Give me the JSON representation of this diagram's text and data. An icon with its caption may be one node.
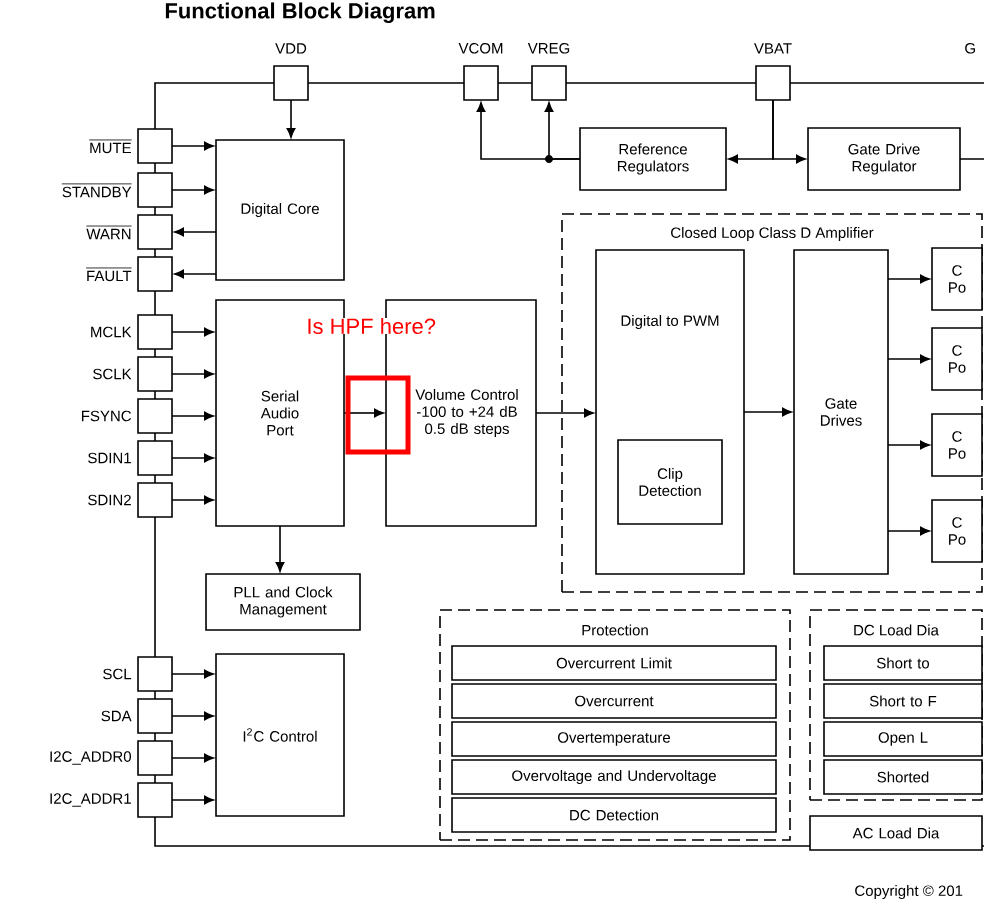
{
  "diagram": {
    "title": "Functional Block Diagram",
    "nodes": [
      {
        "text": [],
        "shape": "box",
        "beside": [
          "VDD"
        ]
      },
      {
        "text": [],
        "shape": "box",
        "beside": [
          "VCOM"
        ]
      },
      {
        "text": [],
        "shape": "box",
        "beside": [
          "VREG"
        ]
      },
      {
        "text": [],
        "shape": "box",
        "beside": [
          "VBAT"
        ]
      },
      {
        "text": [],
        "shape": "box",
        "beside": [
          "MUTE"
        ]
      },
      {
        "text": [],
        "shape": "box",
        "beside": [
          "STANDBY"
        ]
      },
      {
        "text": [],
        "shape": "box",
        "beside": [
          "WARN"
        ]
      },
      {
        "text": [],
        "shape": "box",
        "beside": [
          "FAULT"
        ]
      },
      {
        "text": [],
        "shape": "box",
        "beside": [
          "MCLK"
        ]
      },
      {
        "text": [],
        "shape": "box",
        "beside": [
          "SCLK"
        ]
      },
      {
        "text": [],
        "shape": "box",
        "beside": [
          "FSYNC"
        ]
      },
      {
        "text": [],
        "shape": "box",
        "beside": [
          "SDIN1"
        ]
      },
      {
        "text": [],
        "shape": "box",
        "beside": [
          "SDIN2"
        ]
      },
      {
        "text": [],
        "shape": "box",
        "beside": [
          "SCL"
        ]
      },
      {
        "text": [],
        "shape": "box",
        "beside": [
          "SDA"
        ]
      },
      {
        "text": [],
        "shape": "box",
        "beside": [
          "I2C_ADDR0"
        ]
      },
      {
        "text": [],
        "shape": "box",
        "beside": [
          "I2C_ADDR1"
        ]
      },
      {
        "text": [
          "Reference Regulators"
        ]
      },
      {
        "text": [
          "Gate Drive Regulator"
        ]
      },
      {
        "text": [
          "Digital Core"
        ]
      },
      {
        "text": [
          "Serial Audio Port"
        ]
      },
      {
        "text": [
          "Volume Control",
          "-100 to +24 dB 0.5 dB steps"
        ]
      },
      {
        "text": [
          "PLL and Clock Management"
        ]
      },
      {
        "text": [
          "I$^{2}$C Control"
        ]
      },
      {
        "text": [
          "Closed Loop Class D Amplifier"
        ]
      },
      {
        "text": [
          "Digital to PWM"
        ],
        "in": 24
      },
      {
        "text": [
          "Clip Detection"
        ],
        "in": 25
      },
      {
        "text": [
          "Gate Drives"
        ],
        "in": 24
      },
      {
        "text": [
          "C Po"
        ],
        "in": 24
      },
      {
        "text": [
          "C Po"
        ],
        "in": 24
      },
      {
        "text": [
          "C Po"
        ],
        "in": 24
      },
      {
        "text": [
          "C Po"
        ],
        "in": 24
      },
      {
        "text": [
          "Protection"
        ]
      },
      {
        "text": [
          "Overcurrent Limit"
        ],
        "in": 32
      },
      {
        "text": [
          "Overcurrent"
        ],
        "in": 32
      },
      {
        "text": [
          "Overtemperature"
        ],
        "in": 32
      },
      {
        "text": [
          "Overvoltage and Undervoltage"
        ],
        "in": 32
      },
      {
        "text": [
          "DC Detection"
        ],
        "in": 32
      },
      {
        "text": [
          "DC Load Dia"
        ]
      },
      {
        "text": [
          "Short to"
        ],
        "in": 38
      },
      {
        "text": [
          "Short to F"
        ],
        "in": 38
      },
      {
        "text": [
          "Open L"
        ],
        "in": 38
      },
      {
        "text": [
          "Shorted"
        ],
        "in": 38
      },
      {
        "text": [
          "AC Load Dia"
        ]
      }
    ],
    "edges": [
      {
        "from": 0,
        "to": 19,
        "arrow": "to"
      },
      {
        "from": 17,
        "to": 1,
        "arrow": "to"
      },
      {
        "from": 17,
        "to": 2,
        "arrow": "to"
      },
      {
        "from": 3,
        "to": 17,
        "arrow": "to"
      },
      {
        "from": 3,
        "to": 18,
        "arrow": "to"
      },
      {
        "from": 18,
        "to": null,
        "arrow": "none"
      },
      {
        "from": 4,
        "to": 19,
        "arrow": "to"
      },
      {
        "from": 5,
        "to": 19,
        "arrow": "to"
      },
      {
        "from": 19,
        "to": 6,
        "arrow": "to"
      },
      {
        "from": 19,
        "to": 7,
        "arrow": "to"
      },
      {
        "from": 8,
        "to": 20,
        "arrow": "to"
      },
      {
        "from": 9,
        "to": 20,
        "arrow": "to"
      },
      {
        "from": 10,
        "to": 20,
        "arrow": "to"
      },
      {
        "from": 11,
        "to": 20,
        "arrow": "to"
      },
      {
        "from": 12,
        "to": 20,
        "arrow": "to"
      },
      {
        "from": 20,
        "to": 21,
        "arrow": "to"
      },
      {
        "from": 20,
        "to": 22,
        "arrow": "to"
      },
      {
        "from": 21,
        "to": 25,
        "arrow": "to"
      },
      {
        "from": 25,
        "to": 27,
        "arrow": "to"
      },
      {
        "from": 27,
        "to": 28,
        "arrow": "to"
      },
      {
        "from": 27,
        "to": 29,
        "arrow": "to"
      },
      {
        "from": 27,
        "to": 30,
        "arrow": "to"
      },
      {
        "from": 27,
        "to": 31,
        "arrow": "to"
      },
      {
        "from": 13,
        "to": 23,
        "arrow": "to"
      },
      {
        "from": 14,
        "to": 23,
        "arrow": "to"
      },
      {
        "from": 15,
        "to": 23,
        "arrow": "to"
      },
      {
        "from": 16,
        "to": 23,
        "arrow": "to"
      }
    ],
    "labels": [
      "Is HPF here?",
      "G",
      "Copyright © 201"
    ]
  }
}
